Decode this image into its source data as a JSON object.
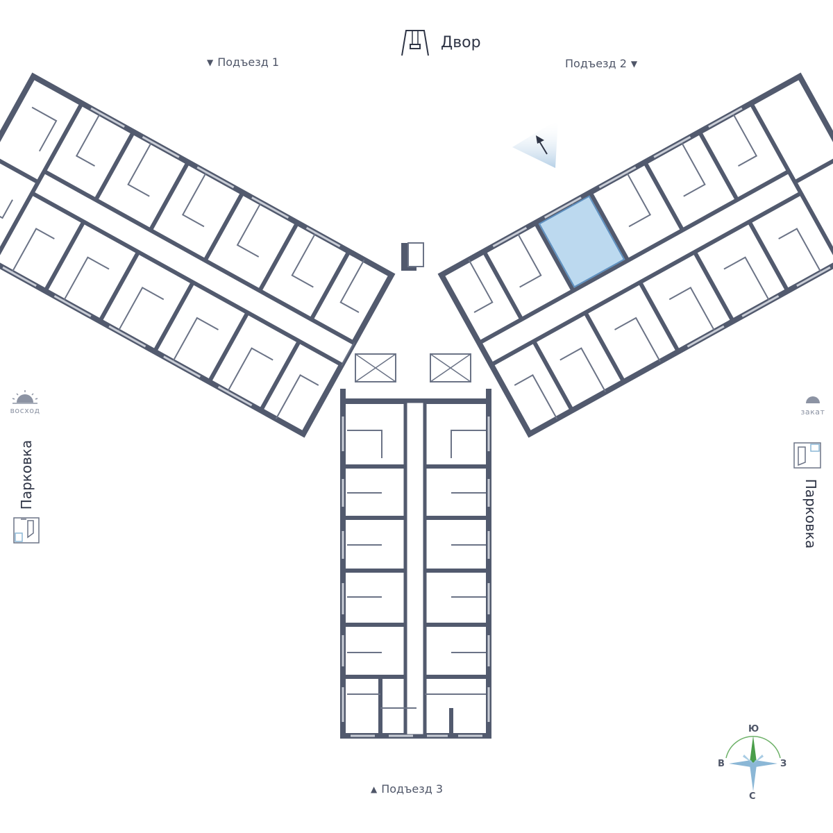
{
  "labels": {
    "yard": "Двор",
    "entrance_1": "Подъезд 1",
    "entrance_2": "Подъезд 2",
    "entrance_3": "Подъезд 3",
    "sunrise": "восход",
    "sunset": "закат",
    "parking_left": "Парковка",
    "parking_right": "Парковка"
  },
  "compass": {
    "south": "Ю",
    "east": "В",
    "west": "З",
    "north": "С"
  },
  "colors": {
    "wall": "#525a6e",
    "partition": "#6b7386",
    "window": "#c9cdd6",
    "highlight": "#bcd9ef",
    "highlight_stroke": "#5d8fbf",
    "compass_green": "#6fb26a",
    "compass_blue": "#8bb7d6"
  },
  "highlighted_unit": "Подъезд 2"
}
